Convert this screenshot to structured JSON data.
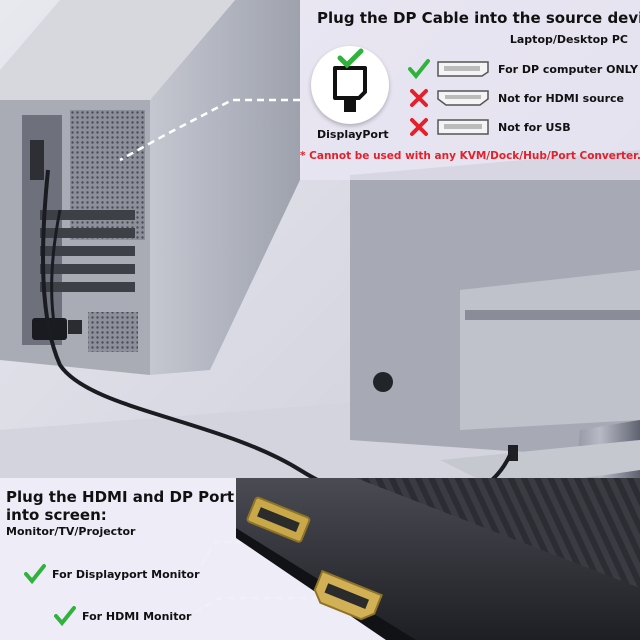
{
  "top_panel": {
    "title": "Plug the DP Cable into the source device:",
    "subtitle": "Laptop/Desktop PC",
    "connector_label": "DisplayPort",
    "options": [
      {
        "status": "check",
        "port": "displayport-port-icon",
        "label": "For DP computer ONLY"
      },
      {
        "status": "cross",
        "port": "hdmi-port-icon",
        "label": "Not for HDMI source"
      },
      {
        "status": "cross",
        "port": "usb-port-icon",
        "label": "Not for USB"
      }
    ],
    "warning": "* Cannot be used with any KVM/Dock/Hub/Port Converter."
  },
  "bottom_panel": {
    "title": "Plug the HDMI and DP Port into screen:",
    "subtitle": "Monitor/TV/Projector",
    "options": [
      {
        "status": "check",
        "label": "For Displayport Monitor"
      },
      {
        "status": "check",
        "label": "For HDMI Monitor"
      }
    ]
  },
  "colors": {
    "check_green": "#2fb33c",
    "cross_red": "#e4202a",
    "warning_red": "#e4202a",
    "background": "#dcdde6",
    "case_silver": "#b9bcc6",
    "adapter_dark": "#2c2d33"
  }
}
